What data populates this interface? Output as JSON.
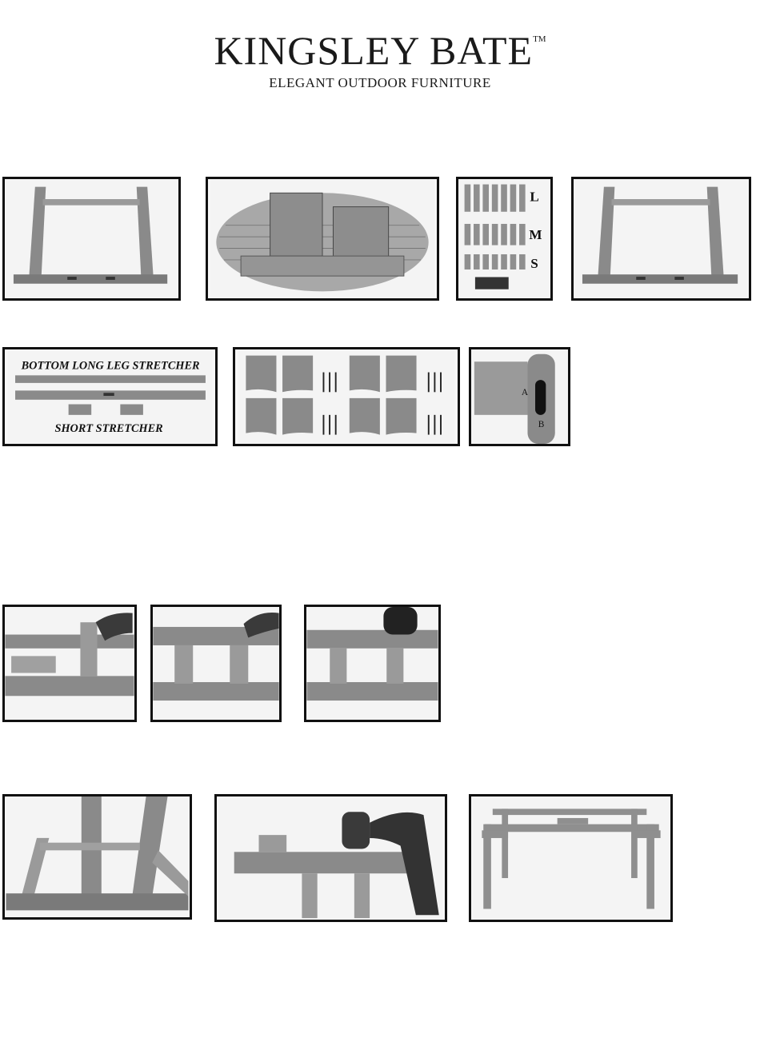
{
  "header": {
    "brand": "KINGSLEY BATE",
    "trademark": "TM",
    "tagline": "ELEGANT OUTDOOR FURNITURE"
  },
  "parts": {
    "peg_sizes": [
      "L",
      "M",
      "S"
    ],
    "stretcher_top_label": "BOTTOM LONG LEG STRETCHER",
    "stretcher_bottom_label": "SHORT STRETCHER",
    "slot_label_a": "A",
    "slot_label_b": "B"
  }
}
